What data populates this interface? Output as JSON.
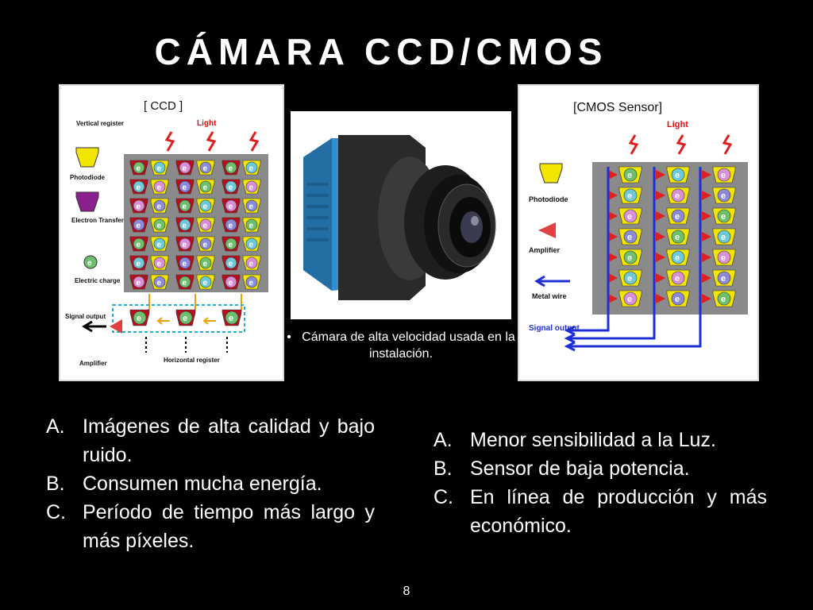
{
  "title": "CÁMARA CCD/CMOS",
  "ccd": {
    "heading": "[ CCD ]",
    "light": "Light",
    "legend": [
      "Vertical register",
      "Photodiode",
      "Electron Transfer register",
      "Electric charge"
    ],
    "signal_output": "Signal output",
    "amplifier": "Amplifier",
    "horizontal_register": "Horizontal register",
    "charge_symbol": "e"
  },
  "cmos": {
    "heading": "[CMOS Sensor]",
    "light": "Light",
    "legend": [
      "Photodiode",
      "Amplifier",
      "Metal wire"
    ],
    "signal_output": "Signal output",
    "charge_symbol": "e"
  },
  "photo_caption": {
    "bullet": "•",
    "text": "Cámara de alta velocidad usada en la instalación."
  },
  "ccd_points": [
    {
      "marker": "A.",
      "text": "Imágenes de alta calidad y bajo ruido."
    },
    {
      "marker": "B.",
      "text": "Consumen mucha energía."
    },
    {
      "marker": "C.",
      "text": "Período de tiempo más largo y más píxeles."
    }
  ],
  "cmos_points": [
    {
      "marker": "A.",
      "text": "Menor sensibilidad a la Luz."
    },
    {
      "marker": "B.",
      "text": "Sensor de baja potencia."
    },
    {
      "marker": "C.",
      "text": "En línea de producción y más económico."
    }
  ],
  "page_number": "8",
  "colors": {
    "background": "#000000",
    "text": "#ffffff",
    "light_red": "#e02020",
    "photodiode_yellow": "#f2e600",
    "register_red": "#b80f1e",
    "wire_blue": "#1f2fd6",
    "sensor_gray": "#8a8a8a",
    "camera_blue": "#2f8fcf"
  }
}
